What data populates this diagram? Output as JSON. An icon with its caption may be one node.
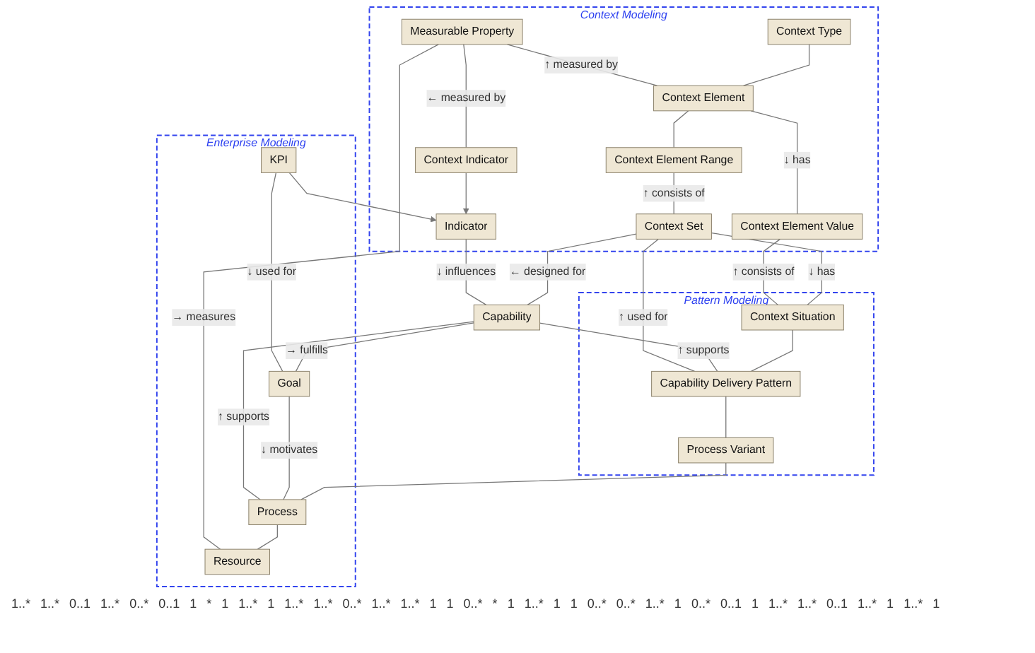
{
  "diagram": {
    "nodes": [
      {
        "text": [
          "Context Modeling"
        ]
      },
      {
        "text": [
          "Measurable Property"
        ],
        "in": 0
      },
      {
        "text": [
          "Context Indicator"
        ],
        "in": 0
      },
      {
        "text": [
          "Enterprise Modeling"
        ]
      },
      {
        "text": [
          "KPI"
        ],
        "in": 3
      },
      {
        "text": [
          "Context Type"
        ],
        "in": 0
      },
      {
        "text": [
          "Context Element"
        ],
        "in": 0
      },
      {
        "text": [
          "Context Element Range"
        ],
        "in": 0
      },
      {
        "text": [
          "Indicator"
        ],
        "in": 0
      },
      {
        "text": [
          "Goal"
        ],
        "in": 3
      },
      {
        "text": [
          "Context Element Value"
        ],
        "in": 0
      },
      {
        "text": [
          "Context Set"
        ],
        "in": 0
      },
      {
        "text": [
          "Capability"
        ]
      },
      {
        "text": [
          "Pattern Modeling"
        ]
      },
      {
        "text": [
          "Context Situation"
        ],
        "in": 13
      },
      {
        "text": [
          "Capability Delivery Pattern"
        ],
        "in": 13
      },
      {
        "text": [
          "Process Variant"
        ],
        "in": 13
      },
      {
        "text": [
          "Process"
        ],
        "in": 3
      },
      {
        "text": [
          "Resource"
        ],
        "in": 3
      }
    ],
    "edges": [
      {
        "from": 1,
        "to": 18,
        "arrow": "none",
        "label": "→ measures"
      },
      {
        "from": 1,
        "to": 2,
        "arrow": "none",
        "label": "← measured by"
      },
      {
        "from": 2,
        "to": 8,
        "arrow": "to"
      },
      {
        "from": 4,
        "to": 8,
        "arrow": "to"
      },
      {
        "from": 4,
        "to": 9,
        "arrow": "none",
        "label": "↓ used for"
      },
      {
        "from": 1,
        "to": 6,
        "arrow": "none",
        "label": "↑ measured by"
      },
      {
        "from": 5,
        "to": 6,
        "arrow": "none"
      },
      {
        "from": 6,
        "to": 7,
        "arrow": "none"
      },
      {
        "from": 6,
        "to": 10,
        "arrow": "none",
        "label": "↓ has"
      },
      {
        "from": 7,
        "to": 11,
        "arrow": "none",
        "label": "↑ consists of"
      },
      {
        "from": 8,
        "to": 12,
        "arrow": "none",
        "label": "↓ influences"
      },
      {
        "from": 11,
        "to": 12,
        "arrow": "none",
        "label": "← designed for"
      },
      {
        "from": 12,
        "to": 9,
        "arrow": "none",
        "label": "→ fulfills"
      },
      {
        "from": 10,
        "to": 14,
        "arrow": "none",
        "label": "↑ consists of"
      },
      {
        "from": 11,
        "to": 14,
        "arrow": "none",
        "label": "↓ has"
      },
      {
        "from": 11,
        "to": 15,
        "arrow": "none",
        "label": "↑ used for"
      },
      {
        "from": 12,
        "to": 15,
        "arrow": "none",
        "label": "↑ supports"
      },
      {
        "from": 12,
        "to": 17,
        "arrow": "none",
        "label": "↑ supports"
      },
      {
        "from": 9,
        "to": 17,
        "arrow": "none",
        "label": "↓ motivates"
      },
      {
        "from": 14,
        "to": 15,
        "arrow": "none"
      },
      {
        "from": 15,
        "to": 16,
        "arrow": "other"
      },
      {
        "from": 16,
        "to": 17,
        "arrow": "none"
      },
      {
        "from": 17,
        "to": 18,
        "arrow": "other"
      }
    ],
    "labels": [
      "1..*",
      "1..*",
      "0..1",
      "1..*",
      "0..*",
      "0..1",
      "1",
      "*",
      "1",
      "1..*",
      "1",
      "1..*",
      "1..*",
      "0..*",
      "1..*",
      "1..*",
      "1",
      "1",
      "0..*",
      "*",
      "1",
      "1..*",
      "1",
      "1",
      "0..*",
      "0..*",
      "1..*",
      "1",
      "0..*",
      "0..1",
      "1",
      "1..*",
      "1..*",
      "0..1",
      "1..*",
      "1",
      "1..*",
      "1"
    ]
  }
}
